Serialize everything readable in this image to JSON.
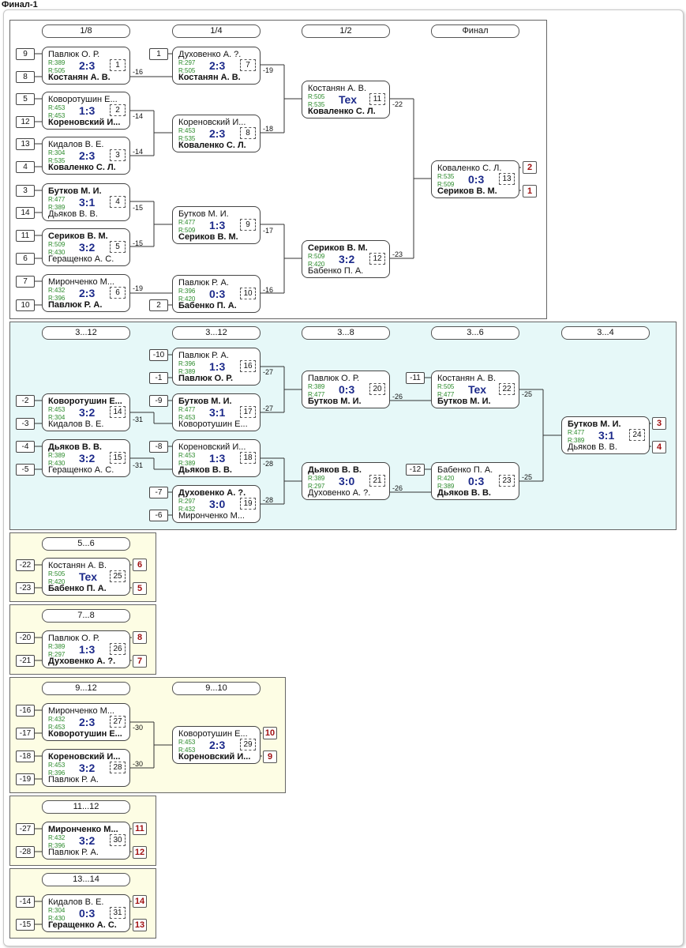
{
  "page_title": "Финал-1",
  "headers": {
    "r18": "1/8",
    "r14": "1/4",
    "r12": "1/2",
    "final": "Финал",
    "c3_12a": "3...12",
    "c3_12b": "3...12",
    "c3_8": "3...8",
    "c3_6": "3...6",
    "c3_4": "3...4",
    "c5_6": "5...6",
    "c7_8": "7...8",
    "c9_12": "9...12",
    "c9_10": "9...10",
    "c11_12": "11...12",
    "c13_14": "13...14"
  },
  "seeds": {
    "m1a": "9",
    "m1b": "8",
    "m2a": "5",
    "m2b": "12",
    "m3a": "13",
    "m3b": "4",
    "m4a": "3",
    "m4b": "14",
    "m5a": "11",
    "m5b": "6",
    "m6a": "7",
    "m6b": "10",
    "m7a": "1",
    "m10b": "2",
    "m16a": "-10",
    "m16b": "-1",
    "m17a": "-9",
    "m18a": "-8",
    "m19a": "-7",
    "m19b": "-6",
    "m14a": "-2",
    "m14b": "-3",
    "m15a": "-4",
    "m15b": "-5",
    "m22a": "-11",
    "m23a": "-12",
    "m25a": "-22",
    "m25b": "-23",
    "m26a": "-20",
    "m26b": "-21",
    "m27a": "-16",
    "m27b": "-17",
    "m28a": "-18",
    "m28b": "-19",
    "m30a": "-27",
    "m30b": "-28",
    "m31a": "-14",
    "m31b": "-15"
  },
  "labels": {
    "l1": "-16",
    "l7": "-19",
    "l2": "-14",
    "l3": "-14",
    "l8": "-18",
    "l11": "-22",
    "l4": "-15",
    "l5": "-15",
    "l9": "-17",
    "l6": "-19",
    "l10": "-16",
    "l12": "-23",
    "l16": "-27",
    "l17": "-27",
    "l14": "-31",
    "l15": "-31",
    "l18": "-28",
    "l19": "-28",
    "l20": "-26",
    "l21": "-26",
    "l22": "-25",
    "l23": "-25",
    "l27": "-30",
    "l28": "-30"
  },
  "matches": {
    "m1": {
      "p1": "Павлюк О. Р.",
      "r1": "R:389",
      "r2": "R:505",
      "p2": "Костанян А. В.",
      "score": "2:3",
      "num": "1"
    },
    "m2": {
      "p1": "Коворотушин Е...",
      "r1": "R:453",
      "r2": "R:453",
      "p2": "Кореновский И...",
      "score": "1:3",
      "num": "2"
    },
    "m3": {
      "p1": "Кидалов В. Е.",
      "r1": "R:304",
      "r2": "R:535",
      "p2": "Коваленко С. Л.",
      "score": "2:3",
      "num": "3"
    },
    "m4": {
      "p1": "Бутков М. И.",
      "r1": "R:477",
      "r2": "R:389",
      "p2": "Дьяков В. В.",
      "score": "3:1",
      "num": "4"
    },
    "m5": {
      "p1": "Сериков В. М.",
      "r1": "R:509",
      "r2": "R:430",
      "p2": "Геращенко А. С.",
      "score": "3:2",
      "num": "5"
    },
    "m6": {
      "p1": "Миронченко М...",
      "r1": "R:432",
      "r2": "R:396",
      "p2": "Павлюк Р. А.",
      "score": "2:3",
      "num": "6"
    },
    "m7": {
      "p1": "Духовенко А. ?.",
      "r1": "R:297",
      "r2": "R:505",
      "p2": "Костанян А. В.",
      "score": "2:3",
      "num": "7"
    },
    "m8": {
      "p1": "Кореновский И...",
      "r1": "R:453",
      "r2": "R:535",
      "p2": "Коваленко С. Л.",
      "score": "2:3",
      "num": "8"
    },
    "m9": {
      "p1": "Бутков М. И.",
      "r1": "R:477",
      "r2": "R:509",
      "p2": "Сериков В. М.",
      "score": "1:3",
      "num": "9"
    },
    "m10": {
      "p1": "Павлюк Р. А.",
      "r1": "R:396",
      "r2": "R:420",
      "p2": "Бабенко П. А.",
      "score": "0:3",
      "num": "10"
    },
    "m11": {
      "p1": "Костанян А. В.",
      "r1": "R:505",
      "r2": "R:535",
      "p2": "Коваленко С. Л.",
      "score": "Tex",
      "num": "11"
    },
    "m12": {
      "p1": "Сериков В. М.",
      "r1": "R:509",
      "r2": "R:420",
      "p2": "Бабенко П. А.",
      "score": "3:2",
      "num": "12"
    },
    "m13": {
      "p1": "Коваленко С. Л.",
      "r1": "R:535",
      "r2": "R:509",
      "p2": "Сериков В. М.",
      "score": "0:3",
      "num": "13",
      "place1": "2",
      "place2": "1"
    },
    "m16": {
      "p1": "Павлюк Р. А.",
      "r1": "R:396",
      "r2": "R:389",
      "p2": "Павлюк О. Р.",
      "score": "1:3",
      "num": "16"
    },
    "m17": {
      "p1": "Бутков М. И.",
      "r1": "R:477",
      "r2": "R:453",
      "p2": "Коворотушин Е...",
      "score": "3:1",
      "num": "17"
    },
    "m14": {
      "p1": "Коворотушин Е...",
      "r1": "R:453",
      "r2": "R:304",
      "p2": "Кидалов В. Е.",
      "score": "3:2",
      "num": "14"
    },
    "m15": {
      "p1": "Дьяков В. В.",
      "r1": "R:389",
      "r2": "R:430",
      "p2": "Геращенко А. С.",
      "score": "3:2",
      "num": "15"
    },
    "m18": {
      "p1": "Кореновский И...",
      "r1": "R:453",
      "r2": "R:389",
      "p2": "Дьяков В. В.",
      "score": "1:3",
      "num": "18"
    },
    "m19": {
      "p1": "Духовенко А. ?.",
      "r1": "R:297",
      "r2": "R:432",
      "p2": "Миронченко М...",
      "score": "3:0",
      "num": "19"
    },
    "m20": {
      "p1": "Павлюк О. Р.",
      "r1": "R:389",
      "r2": "R:477",
      "p2": "Бутков М. И.",
      "score": "0:3",
      "num": "20"
    },
    "m21": {
      "p1": "Дьяков В. В.",
      "r1": "R:389",
      "r2": "R:297",
      "p2": "Духовенко А. ?.",
      "score": "3:0",
      "num": "21"
    },
    "m22": {
      "p1": "Костанян А. В.",
      "r1": "R:505",
      "r2": "R:477",
      "p2": "Бутков М. И.",
      "score": "Tex",
      "num": "22"
    },
    "m23": {
      "p1": "Бабенко П. А.",
      "r1": "R:420",
      "r2": "R:389",
      "p2": "Дьяков В. В.",
      "score": "0:3",
      "num": "23"
    },
    "m24": {
      "p1": "Бутков М. И.",
      "r1": "R:477",
      "r2": "R:389",
      "p2": "Дьяков В. В.",
      "score": "3:1",
      "num": "24",
      "place1": "3",
      "place2": "4"
    },
    "m25": {
      "p1": "Костанян А. В.",
      "r1": "R:505",
      "r2": "R:420",
      "p2": "Бабенко П. А.",
      "score": "Tex",
      "num": "25",
      "place1": "6",
      "place2": "5"
    },
    "m26": {
      "p1": "Павлюк О. Р.",
      "r1": "R:389",
      "r2": "R:297",
      "p2": "Духовенко А. ?.",
      "score": "1:3",
      "num": "26",
      "place1": "8",
      "place2": "7"
    },
    "m27": {
      "p1": "Миронченко М...",
      "r1": "R:432",
      "r2": "R:453",
      "p2": "Коворотушин Е...",
      "score": "2:3",
      "num": "27"
    },
    "m28": {
      "p1": "Кореновский И...",
      "r1": "R:453",
      "r2": "R:396",
      "p2": "Павлюк Р. А.",
      "score": "3:2",
      "num": "28"
    },
    "m29": {
      "p1": "Коворотушин Е...",
      "r1": "R:453",
      "r2": "R:453",
      "p2": "Кореновский И...",
      "score": "2:3",
      "num": "29",
      "place1": "10",
      "place2": "9"
    },
    "m30": {
      "p1": "Миронченко М...",
      "r1": "R:432",
      "r2": "R:396",
      "p2": "Павлюк Р. А.",
      "score": "3:2",
      "num": "30",
      "place1": "11",
      "place2": "12"
    },
    "m31": {
      "p1": "Кидалов В. Е.",
      "r1": "R:304",
      "r2": "R:430",
      "p2": "Геращенко А. С.",
      "score": "0:3",
      "num": "31",
      "place1": "14",
      "place2": "13"
    }
  },
  "colors": {
    "panel_main": "#ffffff",
    "panel_consolation": "#e6f8f8",
    "panel_classification": "#fdfde4",
    "score": "#1c2a8a",
    "rating": "#2a8a2a",
    "place": "#a01010"
  }
}
